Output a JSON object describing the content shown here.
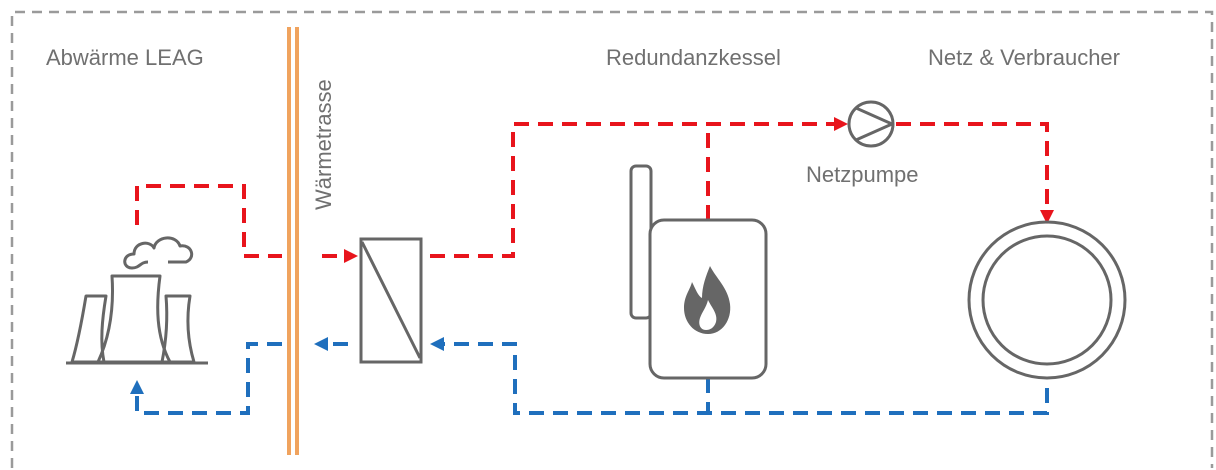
{
  "labels": {
    "abwaerme": "Abwärme LEAG",
    "trasse": "Wärmetrasse",
    "kessel": "Redundanzkessel",
    "netz": "Netz & Verbraucher",
    "pumpe": "Netzpumpe"
  },
  "colors": {
    "supply": "#e8141c",
    "return": "#1f6fbd",
    "pipe_trasse": "#f0a35e",
    "outline": "#666666",
    "frame": "#9a9a9a",
    "text": "#707070"
  },
  "icons": {
    "power_plant": "cooling-tower-icon",
    "heat_exchanger": "heat-exchanger-icon",
    "boiler": "boiler-flame-icon",
    "pump": "pump-icon",
    "consumer": "consumer-ring-icon"
  }
}
